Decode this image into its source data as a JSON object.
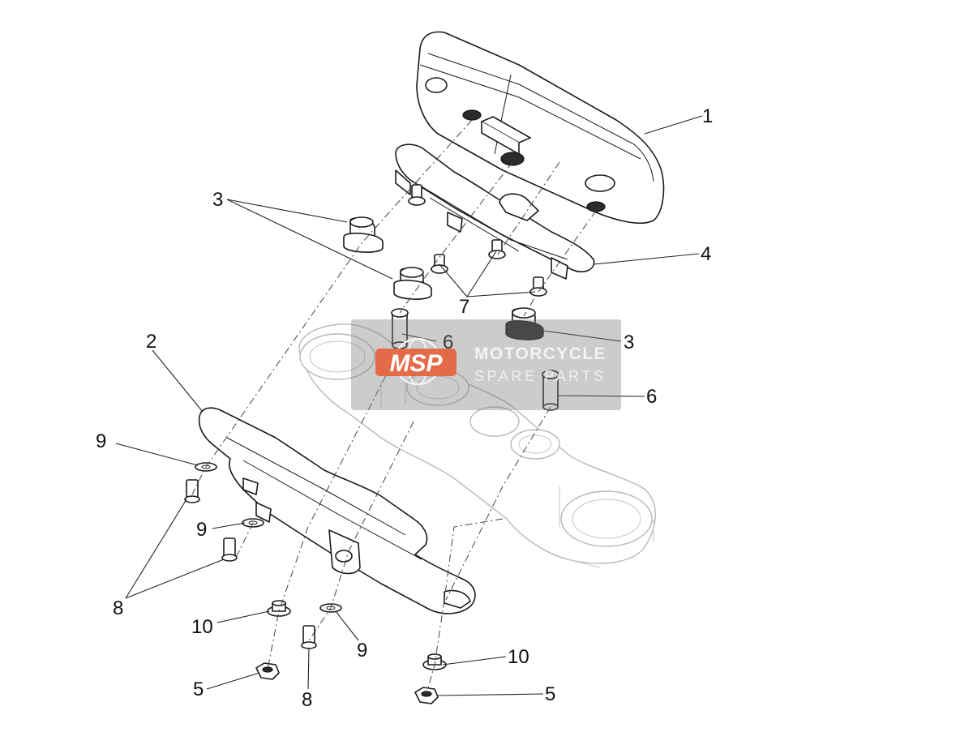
{
  "diagram": {
    "callouts": [
      {
        "label": "1"
      },
      {
        "label": "2"
      },
      {
        "label": "3"
      },
      {
        "label": "3"
      },
      {
        "label": "4"
      },
      {
        "label": "5"
      },
      {
        "label": "5"
      },
      {
        "label": "6"
      },
      {
        "label": "6"
      },
      {
        "label": "7"
      },
      {
        "label": "8"
      },
      {
        "label": "8"
      },
      {
        "label": "9"
      },
      {
        "label": "9"
      },
      {
        "label": "9"
      },
      {
        "label": "10"
      },
      {
        "label": "10"
      }
    ]
  },
  "watermark": {
    "badge_text": "MSP",
    "line1": "MOTORCYCLE",
    "line2": "SPARE PARTS",
    "badge_color": "#e8603a"
  }
}
